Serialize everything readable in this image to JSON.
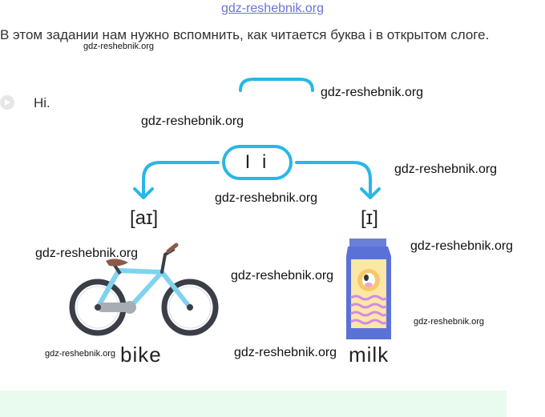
{
  "header": {
    "link": "gdz-reshebnik.org"
  },
  "intro": "В этом задании нам нужно вспомнить, как читается буква i в открытом слоге.",
  "audio": {
    "icon": "play-icon",
    "word": "Hi."
  },
  "diagram": {
    "letter": "I i",
    "left_sound": "[aɪ]",
    "right_sound": "[ɪ]",
    "left_word": "bike",
    "right_word": "milk"
  },
  "watermarks": [
    "gdz-reshebnik.org",
    "gdz-reshebnik.org",
    "gdz-reshebnik.org",
    "gdz-reshebnik.org",
    "gdz-reshebnik.org",
    "gdz-reshebnik.org",
    "gdz-reshebnik.org",
    "gdz-reshebnik.org",
    "gdz-reshebnik.org",
    "gdz-reshebnik.org",
    "gdz-reshebnik.org"
  ],
  "colors": {
    "accent": "#29b6e8",
    "link": "#6b73d8",
    "footer": "#e9fbee"
  }
}
